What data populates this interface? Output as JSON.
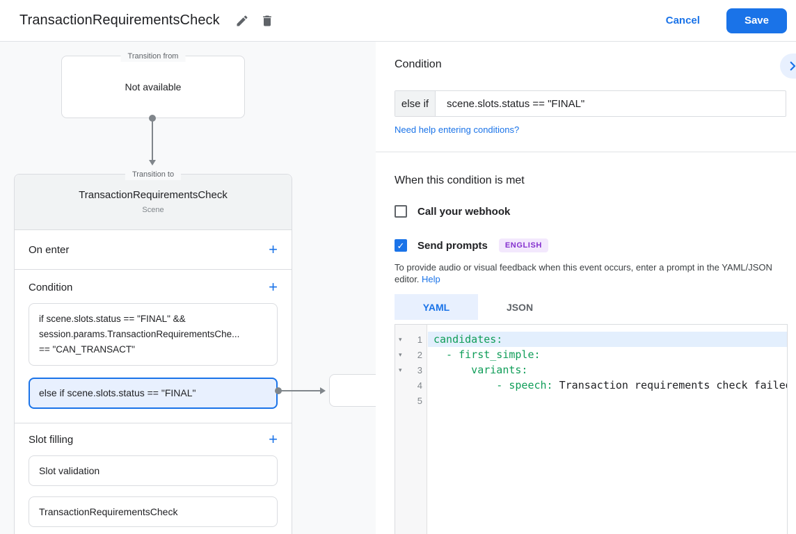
{
  "header": {
    "title": "TransactionRequirementsCheck",
    "cancel_label": "Cancel",
    "save_label": "Save"
  },
  "icons": {
    "plus": "+",
    "check": "✓",
    "fold": "▾"
  },
  "colors": {
    "accent_blue": "#1a73e8",
    "selected_condition_bg": "#e8f0fe",
    "badge_text_purple": "#8430ce",
    "badge_bg_purple": "#f3e8fd",
    "yaml_key_green": "#0f9d58",
    "panel_bg_gray": "#f8f9fa"
  },
  "flow": {
    "transition_from": {
      "legend": "Transition from",
      "value": "Not available"
    },
    "scene": {
      "legend": "Transition to",
      "title": "TransactionRequirementsCheck",
      "subtitle": "Scene",
      "on_enter_title": "On enter",
      "condition_title": "Condition",
      "condition_items": [
        {
          "lines": [
            "if scene.slots.status == \"FINAL\" &&",
            "session.params.TransactionRequirementsChe...",
            "== \"CAN_TRANSACT\""
          ]
        },
        {
          "lines": [
            "else if scene.slots.status == \"FINAL\""
          ]
        }
      ],
      "slot_filling_title": "Slot filling",
      "slot_items": [
        "Slot validation",
        "TransactionRequirementsCheck"
      ]
    }
  },
  "panel": {
    "title": "Condition",
    "condition_prefix": "else if",
    "condition_value": "scene.slots.status == \"FINAL\"",
    "help_link": "Need help entering conditions?",
    "when_met_title": "When this condition is met",
    "webhook_label": "Call your webhook",
    "prompts_label": "Send prompts",
    "language_badge": "ENGLISH",
    "description": "To provide audio or visual feedback when this event occurs, enter a prompt in the YAML/JSON editor.",
    "help_label": "Help",
    "tabs": {
      "yaml": "YAML",
      "json": "JSON"
    },
    "editor": {
      "lines": [
        {
          "num": "1",
          "key": "candidates:",
          "value": ""
        },
        {
          "num": "2",
          "key": "  - first_simple:",
          "value": ""
        },
        {
          "num": "3",
          "key": "      variants:",
          "value": ""
        },
        {
          "num": "4",
          "key": "          - speech:",
          "value": " Transaction requirements check failed"
        },
        {
          "num": "5",
          "key": "",
          "value": ""
        }
      ]
    }
  }
}
